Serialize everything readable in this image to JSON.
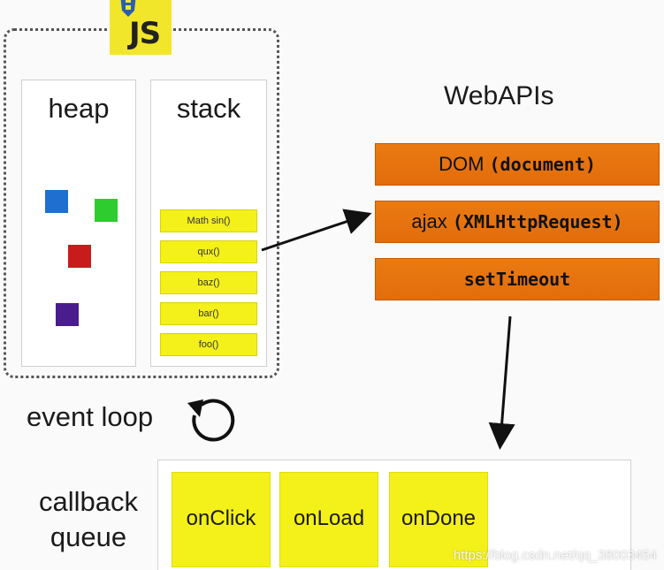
{
  "engine": {
    "badge_label": "JS",
    "heap": {
      "title": "heap",
      "objects": [
        {
          "name": "heap-object-blue",
          "color": "#1e6fd0"
        },
        {
          "name": "heap-object-green",
          "color": "#2ecc2e"
        },
        {
          "name": "heap-object-red",
          "color": "#c81c1c"
        },
        {
          "name": "heap-object-purple",
          "color": "#4a1d8c"
        }
      ]
    },
    "stack": {
      "title": "stack",
      "frames": [
        "Math sin()",
        "qux()",
        "baz()",
        "bar()",
        "foo()"
      ]
    }
  },
  "webapis": {
    "title": "WebAPIs",
    "items": [
      {
        "prefix": "DOM ",
        "mono": "(document)"
      },
      {
        "prefix": "ajax ",
        "mono": "(XMLHttpRequest)"
      },
      {
        "prefix": "",
        "mono": "setTimeout"
      }
    ]
  },
  "event_loop": {
    "label": "event loop"
  },
  "callback_queue": {
    "label_line1": "callback",
    "label_line2": "queue",
    "items": [
      "onClick",
      "onLoad",
      "onDone"
    ]
  },
  "watermark": "https://blog.csdn.net/qq_38003454"
}
